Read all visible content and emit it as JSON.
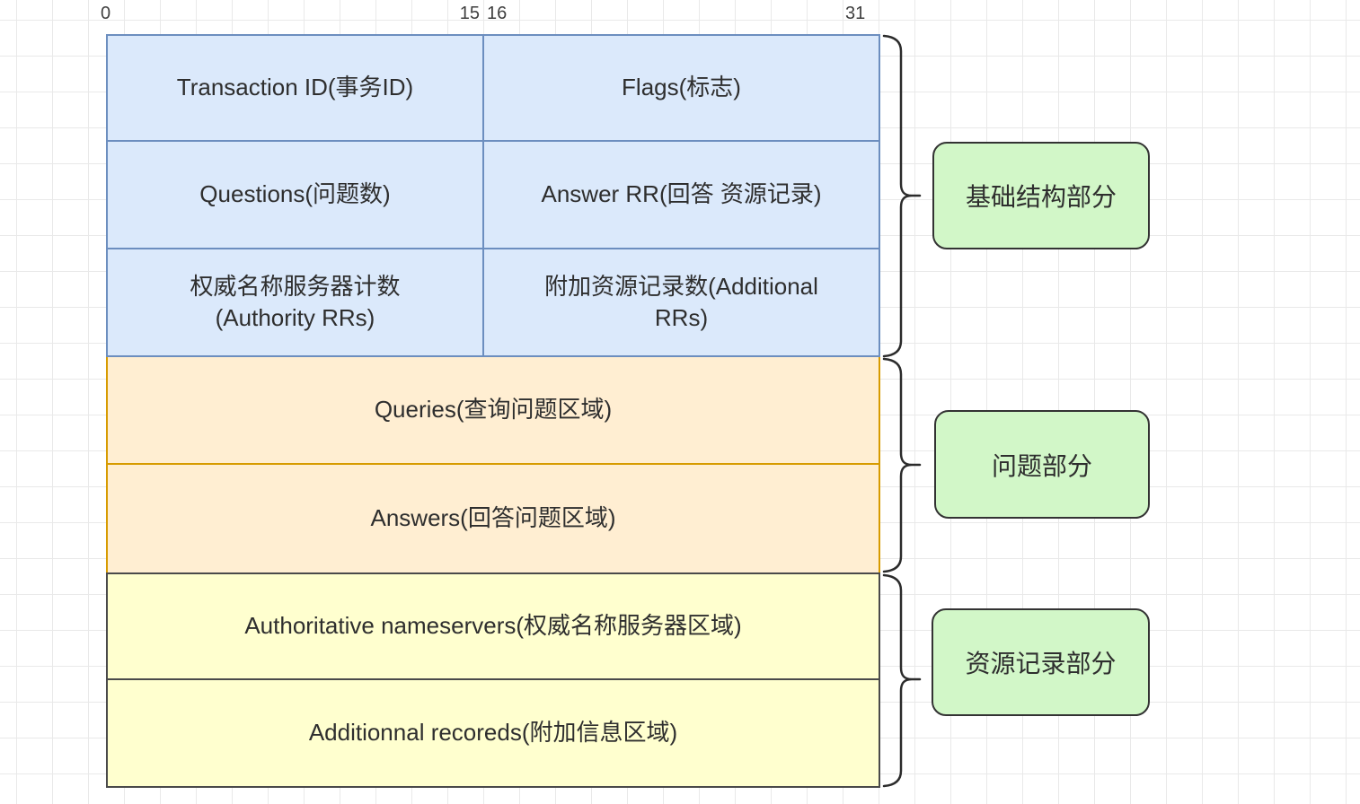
{
  "bit_labels": [
    "0",
    "15",
    "16",
    "31"
  ],
  "table": {
    "rows": [
      {
        "type": "split",
        "cells": [
          "Transaction ID(事务ID)",
          "Flags(标志)"
        ]
      },
      {
        "type": "split",
        "cells": [
          "Questions(问题数)",
          "Answer RR(回答 资源记录)"
        ]
      },
      {
        "type": "split",
        "cells": [
          "权威名称服务器计数 (Authority RRs)",
          "附加资源记录数(Additional RRs)"
        ]
      },
      {
        "type": "full",
        "cells": [
          "Queries(查询问题区域)"
        ]
      },
      {
        "type": "full",
        "cells": [
          "Answers(回答问题区域)"
        ]
      },
      {
        "type": "full",
        "cells": [
          "Authoritative nameservers(权威名称服务器区域)"
        ]
      },
      {
        "type": "full",
        "cells": [
          "Additionnal recoreds(附加信息区域)"
        ]
      }
    ]
  },
  "sections": [
    {
      "label": "基础结构部分"
    },
    {
      "label": "问题部分"
    },
    {
      "label": "资源记录部分"
    }
  ],
  "colors": {
    "blue_fill": "#dbe9fb",
    "blue_stroke": "#6c8ebf",
    "orange_fill": "#ffeed2",
    "orange_stroke": "#d79b00",
    "yellow_fill": "#ffffcf",
    "yellow_stroke": "#4a4a4a",
    "green_fill": "#d2f7c8",
    "green_stroke": "#333333",
    "brace_stroke": "#2b2b2b",
    "text": "#2e2e2e",
    "grid_line": "#e9e9e9"
  }
}
